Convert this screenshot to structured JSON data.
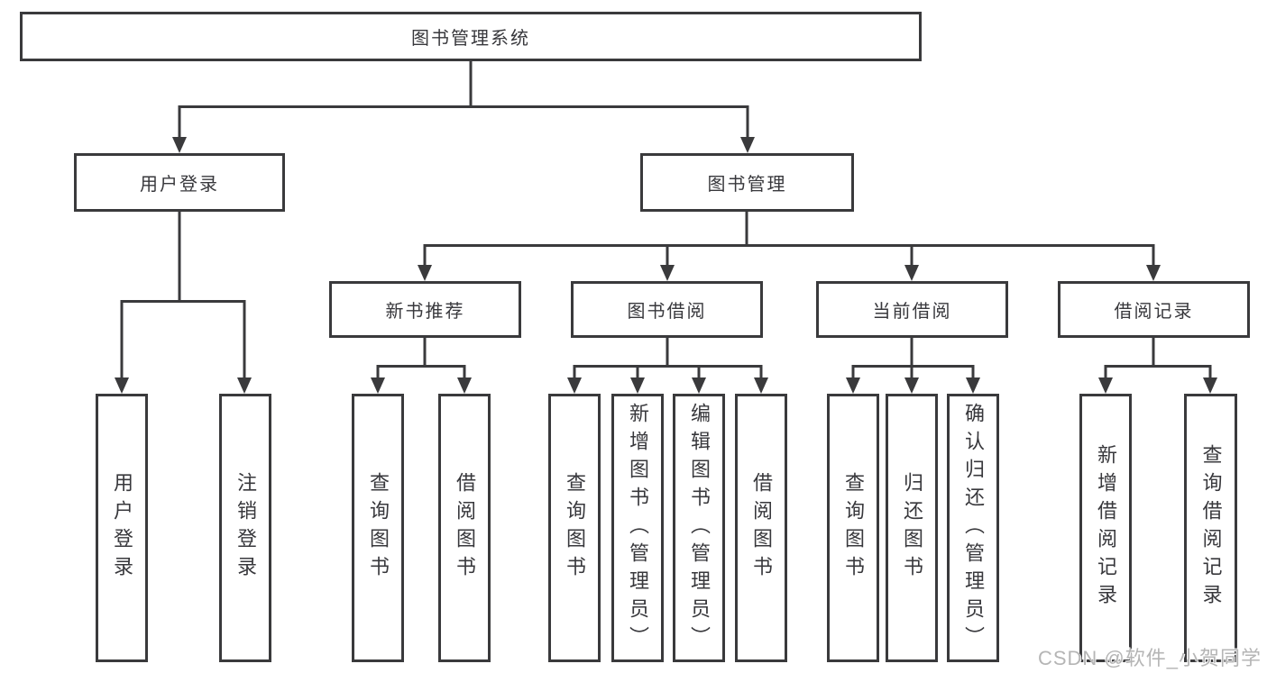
{
  "diagram": {
    "root": {
      "label": "图书管理系统"
    },
    "branches": [
      {
        "label": "用户登录",
        "leaves": [
          "用户登录",
          "注销登录"
        ]
      },
      {
        "label": "图书管理",
        "groups": [
          {
            "label": "新书推荐",
            "leaves": [
              "查询图书",
              "借阅图书"
            ]
          },
          {
            "label": "图书借阅",
            "leaves": [
              "查询图书",
              "新增图书（管理员）",
              "编辑图书（管理员）",
              "借阅图书"
            ]
          },
          {
            "label": "当前借阅",
            "leaves": [
              "查询图书",
              "归还图书",
              "确认归还（管理员）"
            ]
          },
          {
            "label": "借阅记录",
            "leaves": [
              "新增借阅记录",
              "查询借阅记录"
            ]
          }
        ]
      }
    ]
  },
  "watermark": {
    "text": "CSDN @软件_小贺同学"
  },
  "colors": {
    "line": "#3a3a3c",
    "text": "#38383c",
    "watermark": "#b5b5b5",
    "background": "#ffffff"
  }
}
